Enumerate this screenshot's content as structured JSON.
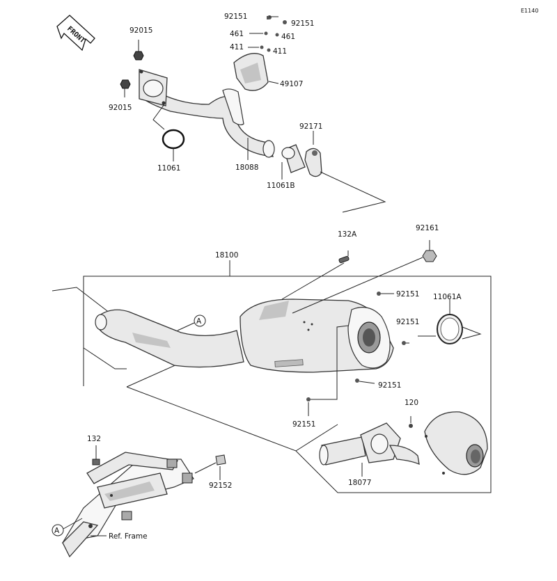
{
  "diagram_id": "E1140",
  "front_label": "FRONT",
  "parts": {
    "p92015_top": "92015",
    "p92015_bottom": "92015",
    "p11061": "11061",
    "p18088": "18088",
    "p11061b": "11061B",
    "p92171": "92171",
    "p49107": "49107",
    "p92151_a": "92151",
    "p92151_b": "92151",
    "p461_a": "461",
    "p461_b": "461",
    "p411_a": "411",
    "p411_b": "411",
    "p18100": "18100",
    "p132a": "132A",
    "p92161": "92161",
    "p92151_c": "92151",
    "p11061a": "11061A",
    "p92151_d": "92151",
    "p92151_e": "92151",
    "p92151_f": "92151",
    "p120": "120",
    "p18077": "18077",
    "p132": "132",
    "p92152": "92152",
    "ref_frame": "Ref. Frame"
  },
  "callouts": {
    "a_upper": "A",
    "a_lower": "A"
  }
}
